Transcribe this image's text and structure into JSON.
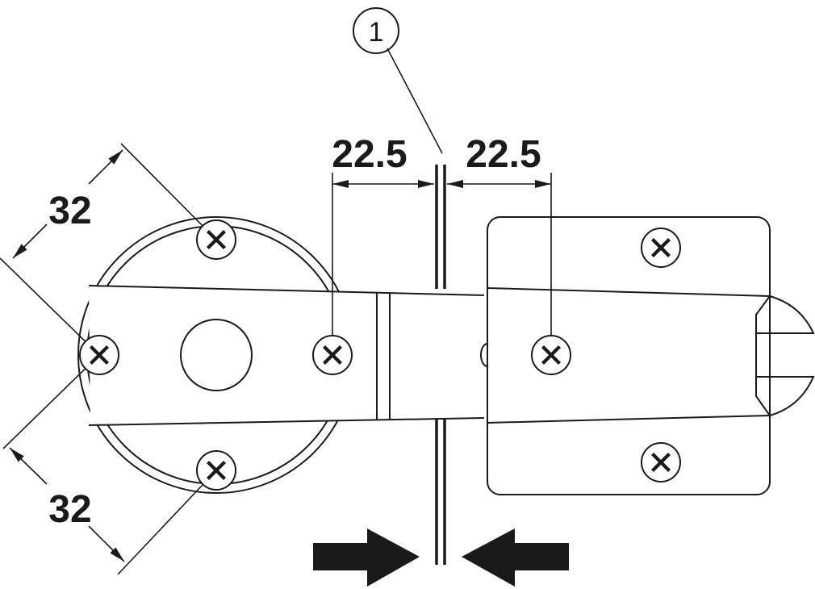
{
  "diagram": {
    "callout": "1",
    "dimensions": {
      "left_gap": "22.5",
      "right_gap": "22.5",
      "upper_pitch": "32",
      "lower_pitch": "32"
    },
    "colors": {
      "line": "#1a1a1a",
      "background": "#ffffff"
    }
  }
}
